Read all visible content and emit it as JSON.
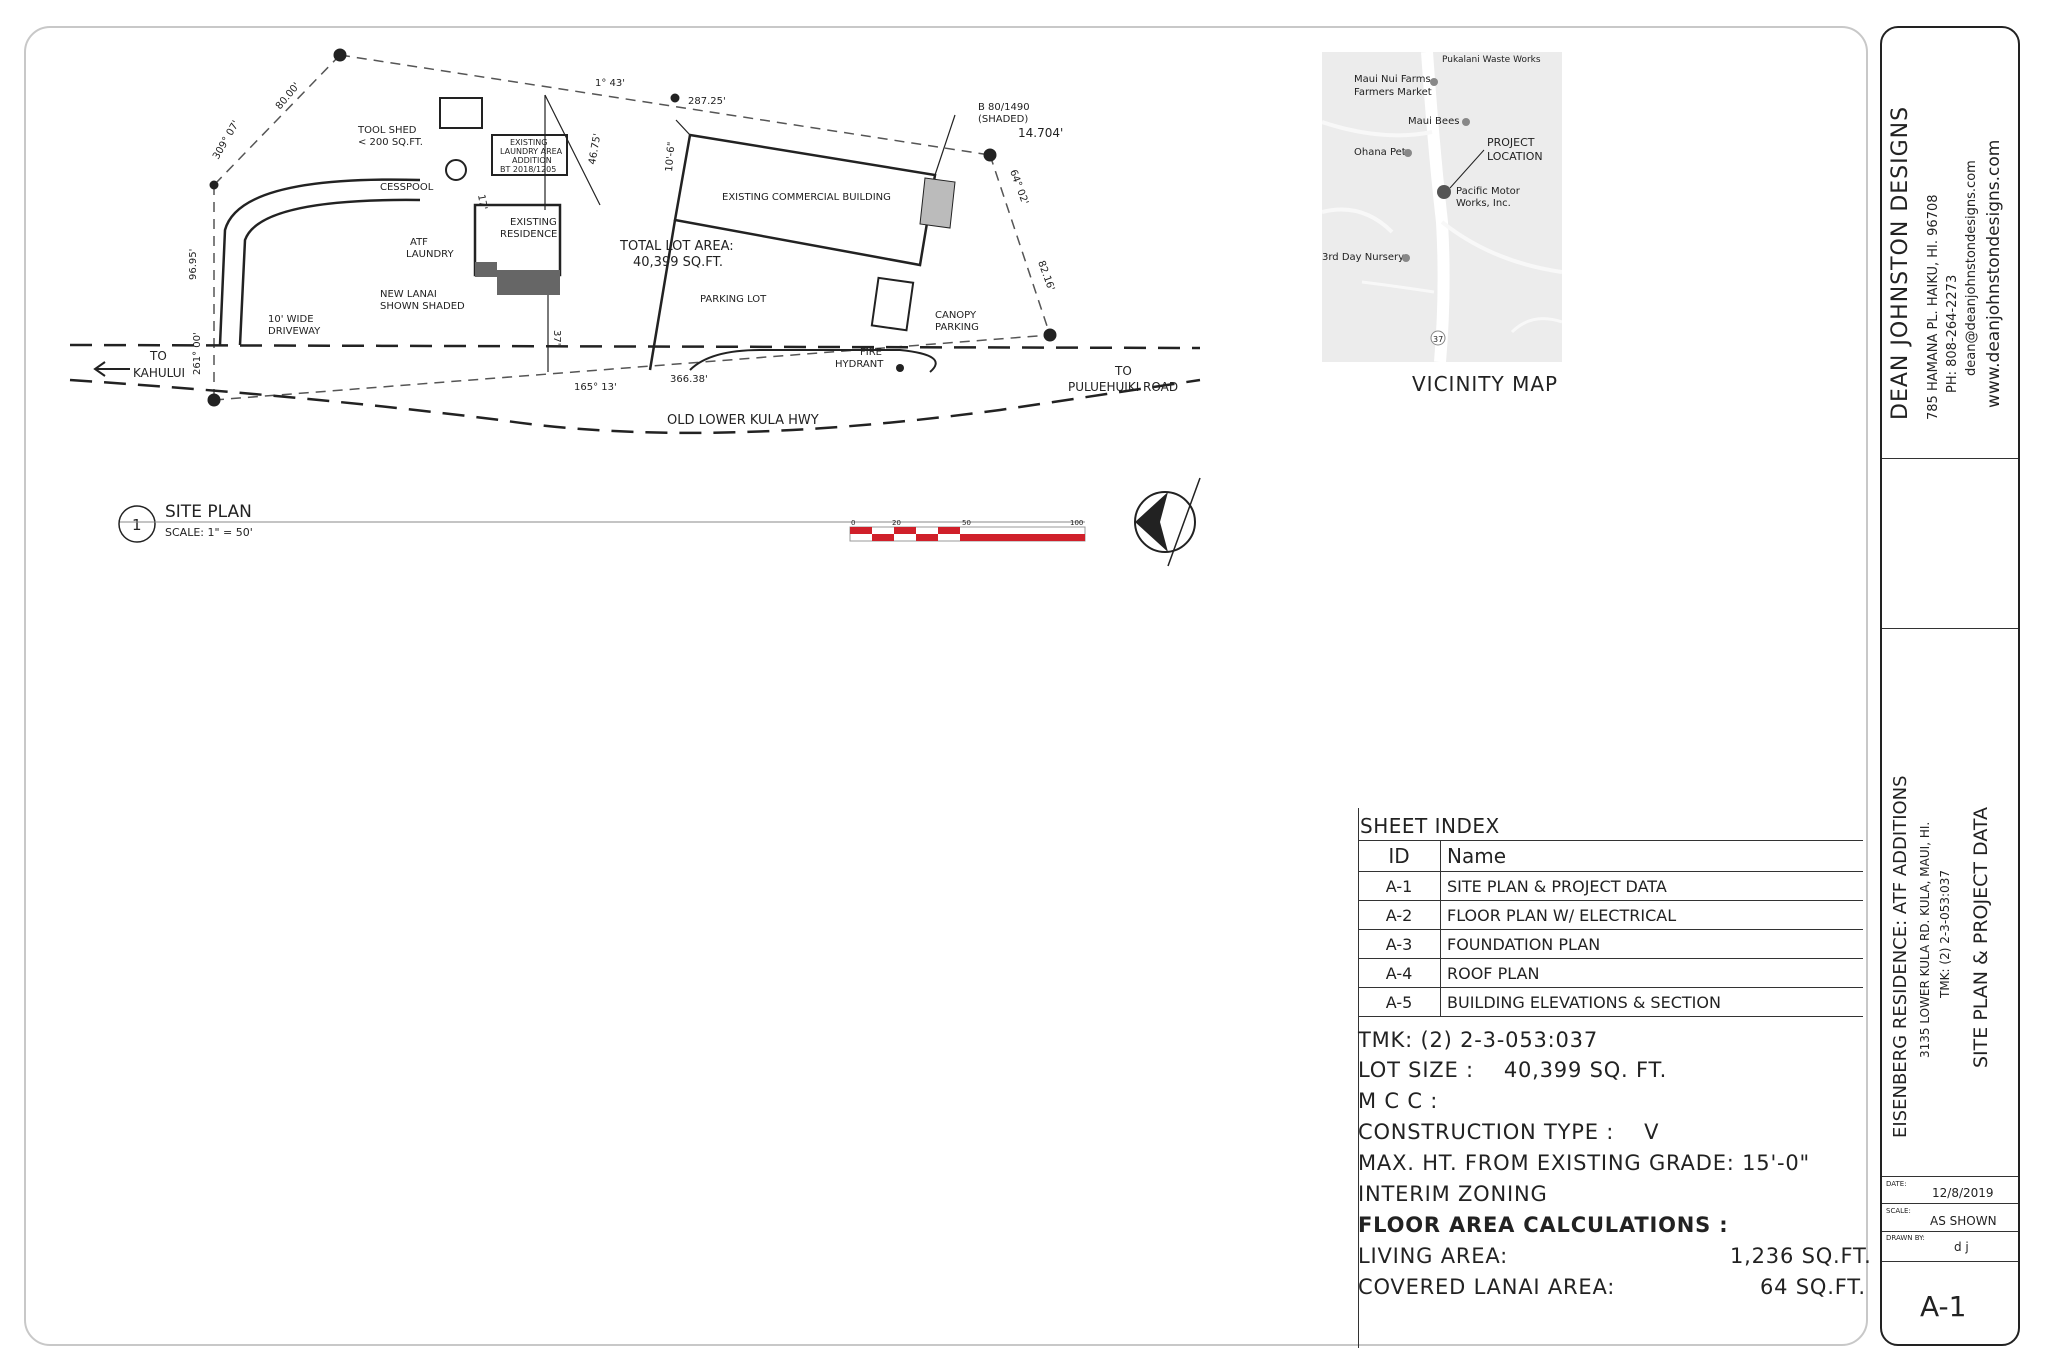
{
  "sheet_title_block": {
    "firm_name": "DEAN JOHNSTON DESIGNS",
    "firm_address": "785 HAMANA PL. HAIKU, HI. 96708",
    "firm_phone": "PH: 808-264-2273",
    "firm_email": "dean@deanjohnstondesigns.com",
    "firm_web": "www.deanjohnstondesigns.com",
    "project_name": "EISENBERG RESIDENCE: ATF ADDITIONS",
    "project_address": "3135 LOWER KULA RD. KULA, MAUI, HI.",
    "project_tmk": "TMK: (2) 2-3-053:037",
    "sheet_name": "SITE PLAN & PROJECT DATA",
    "date_label": "DATE:",
    "date_value": "12/8/2019",
    "scale_label": "SCALE:",
    "scale_value": "AS SHOWN",
    "drawn_label": "DRAWN BY:",
    "drawn_value": "d j",
    "sheet_number": "A-1"
  },
  "site_plan": {
    "title_number": "1",
    "title": "SITE PLAN",
    "scale": "SCALE: 1\" = 50'",
    "scale_bar_ticks": [
      "0",
      "20",
      "50",
      "100"
    ],
    "labels": {
      "tool_shed": "TOOL SHED",
      "tool_shed_size": "< 200 SQ.FT.",
      "laundry_1": "EXISTING",
      "laundry_2": "LAUNDRY AREA",
      "laundry_3": "ADDITION",
      "laundry_4": "BT 2018/1205",
      "cesspool": "CESSPOOL",
      "residence_1": "EXISTING",
      "residence_2": "RESIDENCE",
      "atf_1": "ATF",
      "atf_2": "LAUNDRY",
      "lanai_1": "NEW LANAI",
      "lanai_2": "SHOWN SHADED",
      "driveway_1": "10' WIDE",
      "driveway_2": "DRIVEWAY",
      "commercial": "EXISTING COMMERCIAL BUILDING",
      "lot_area_1": "TOTAL LOT AREA:",
      "lot_area_2": "40,399 SQ.FT.",
      "parking": "PARKING LOT",
      "canopy_1": "CANOPY",
      "canopy_2": "PARKING",
      "fire_1": "FIRE",
      "fire_2": "HYDRANT",
      "b_1": "B 80/1490",
      "b_2": "(SHADED)",
      "to_kahului_1": "TO",
      "to_kahului_2": "KAHULUI",
      "to_pulehu_1": "TO",
      "to_pulehu_2": "PULUEHUIKI ROAD",
      "road": "OLD LOWER KULA HWY"
    },
    "dimensions": {
      "d_north_left": "309° 07'",
      "d_80": "80.00'",
      "d_1_43": "1° 43'",
      "d_287": "287.25'",
      "d_14704": "14.704'",
      "d_64": "64° 02'",
      "d_8216": "82.16'",
      "d_4675": "46.75'",
      "d_106": "10'-6\"",
      "d_17": "17'",
      "d_37": "37'",
      "d_9695": "96.95'",
      "d_261": "261° 00'",
      "d_366": "366.38'",
      "d_165": "165° 13'"
    }
  },
  "vicinity_map": {
    "caption": "VICINITY MAP",
    "project_label_1": "PROJECT",
    "project_label_2": "LOCATION",
    "places": {
      "top": "Pukalani Waste Works",
      "farms_1": "Maui Nui Farms",
      "farms_2": "Farmers Market",
      "bees": "Maui Bees",
      "ohana": "Ohana Pet",
      "pacific_1": "Pacific Motor",
      "pacific_2": "Works, Inc.",
      "nursery": "3rd Day Nursery",
      "route": "37"
    }
  },
  "sheet_index": {
    "title": "SHEET INDEX",
    "col_id": "ID",
    "col_name": "Name",
    "rows": [
      {
        "id": "A-1",
        "name": "SITE PLAN & PROJECT DATA"
      },
      {
        "id": "A-2",
        "name": "FLOOR PLAN W/ ELECTRICAL"
      },
      {
        "id": "A-3",
        "name": "FOUNDATION PLAN"
      },
      {
        "id": "A-4",
        "name": "ROOF PLAN"
      },
      {
        "id": "A-5",
        "name": "BUILDING ELEVATIONS & SECTION"
      }
    ]
  },
  "project_data": {
    "tmk": "TMK: (2) 2-3-053:037",
    "lot_size_label": "LOT SIZE :",
    "lot_size_value": "40,399 SQ. FT.",
    "mcc": "M C C :",
    "construction_label": "CONSTRUCTION TYPE :",
    "construction_value": "V",
    "max_ht": "MAX. HT. FROM EXISTING GRADE: 15'-0\"",
    "zoning": "INTERIM ZONING",
    "floor_calc": "FLOOR AREA CALCULATIONS :",
    "living_label": "LIVING AREA:",
    "living_value": "1,236 SQ.FT.",
    "lanai_label": "COVERED LANAI AREA:",
    "lanai_value": "64 SQ.FT."
  },
  "colors": {
    "scale_bar_accent": "#d0202a",
    "line": "#222222"
  }
}
